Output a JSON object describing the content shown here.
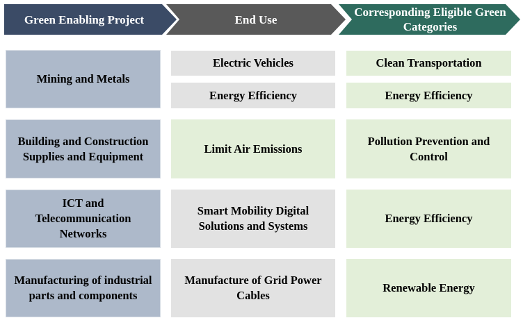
{
  "headers": {
    "project": "Green Enabling Project",
    "end_use": "End Use",
    "categories": "Corresponding Eligible Green Categories"
  },
  "rows": [
    {
      "project": "Mining and Metals",
      "end_uses": [
        "Electric Vehicles",
        "Energy Efficiency"
      ],
      "categories": [
        "Clean Transportation",
        "Energy Efficiency"
      ]
    },
    {
      "project": "Building and Construction Supplies and Equipment",
      "end_uses": [
        "Limit Air Emissions"
      ],
      "categories": [
        "Pollution Prevention and Control"
      ]
    },
    {
      "project": "ICT and Telecommunication Networks",
      "end_uses": [
        "Smart Mobility Digital Solutions and Systems"
      ],
      "categories": [
        "Energy Efficiency"
      ]
    },
    {
      "project": "Manufacturing of industrial parts and components",
      "end_uses": [
        "Manufacture of Grid Power Cables"
      ],
      "categories": [
        "Renewable Energy"
      ]
    }
  ]
}
